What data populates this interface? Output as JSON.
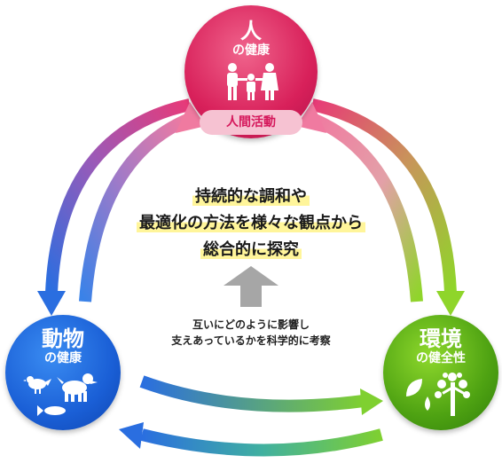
{
  "nodes": {
    "human": {
      "title": "人",
      "subtitle": "の健康",
      "activity": "人間活動"
    },
    "animal": {
      "title": "動物",
      "subtitle": "の健康"
    },
    "environment": {
      "title": "環境",
      "subtitle": "の健全性"
    }
  },
  "center": {
    "lines": [
      "持続的な調和や",
      "最適化の方法を様々な観点から",
      "総合的に探究"
    ]
  },
  "note": {
    "lines": [
      "互いにどのように影響し",
      "支えあっているかを科学的に考察"
    ]
  },
  "colors": {
    "human": "#d8205a",
    "animal": "#1a5fd6",
    "environment": "#4ea212",
    "up_arrow": "#a6a6a6"
  },
  "icons": {
    "human": "family-icon",
    "animal": "animals-icon",
    "environment": "tree-water-icon"
  }
}
